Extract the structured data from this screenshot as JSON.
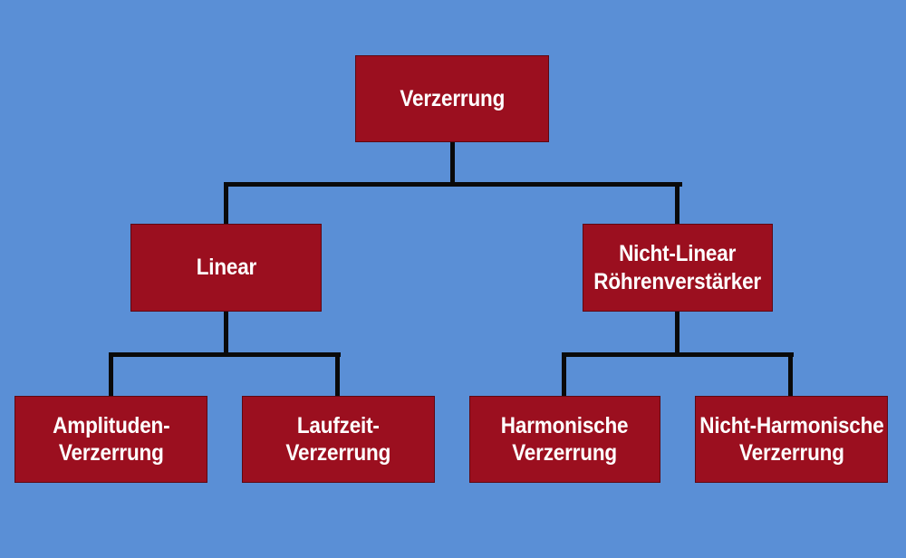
{
  "diagram": {
    "type": "tree",
    "language": "de",
    "colors": {
      "background": "#5A8FD6",
      "node_fill": "#9B0F1F",
      "node_text": "#FFFFFF",
      "connector": "#0A0A0A"
    },
    "nodes": {
      "root": {
        "id": "verzerrung",
        "lines": {
          "0": "Verzerrung"
        }
      },
      "linear": {
        "id": "linear",
        "lines": {
          "0": "Linear"
        }
      },
      "nicht_linear": {
        "id": "nicht-linear",
        "lines": {
          "0": "Nicht-Linear",
          "1": "Röhrenverstärker"
        }
      },
      "amplituden": {
        "id": "amplituden-verzerrung",
        "lines": {
          "0": "Amplituden-",
          "1": "Verzerrung"
        }
      },
      "laufzeit": {
        "id": "laufzeit-verzerrung",
        "lines": {
          "0": "Laufzeit-",
          "1": "Verzerrung"
        }
      },
      "harmonische": {
        "id": "harmonische-verzerrung",
        "lines": {
          "0": "Harmonische",
          "1": "Verzerrung"
        }
      },
      "nicht_harmonische": {
        "id": "nicht-harmonische-verzerrung",
        "lines": {
          "0": "Nicht-Harmonische",
          "1": "Verzerrung"
        }
      }
    },
    "edges": [
      {
        "from": "verzerrung",
        "to": "linear"
      },
      {
        "from": "verzerrung",
        "to": "nicht-linear"
      },
      {
        "from": "linear",
        "to": "amplituden-verzerrung"
      },
      {
        "from": "linear",
        "to": "laufzeit-verzerrung"
      },
      {
        "from": "nicht-linear",
        "to": "harmonische-verzerrung"
      },
      {
        "from": "nicht-linear",
        "to": "nicht-harmonische-verzerrung"
      }
    ]
  }
}
